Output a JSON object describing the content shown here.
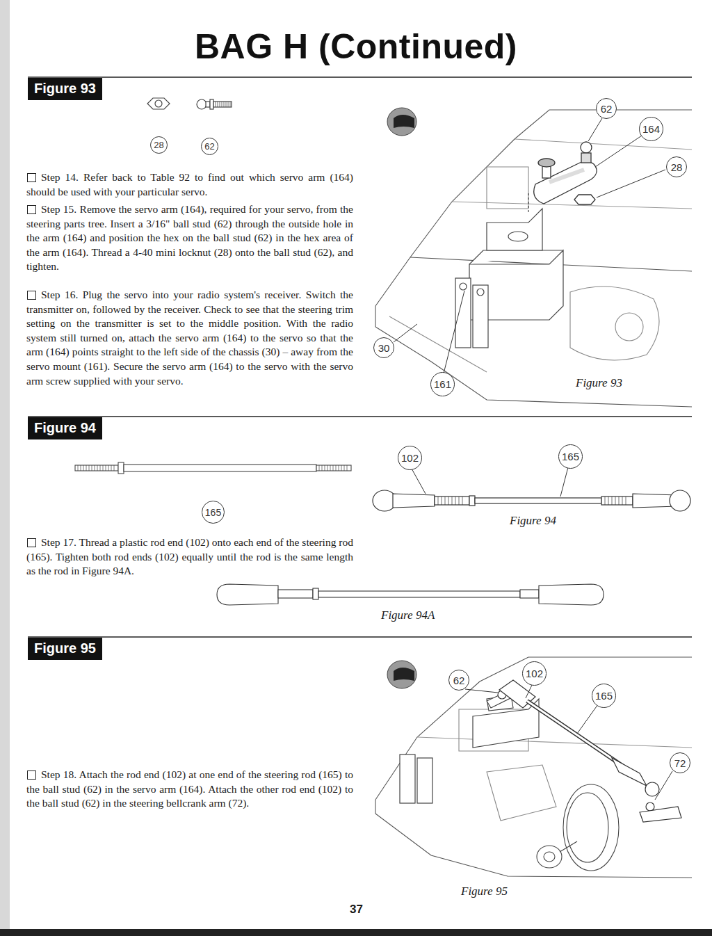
{
  "diagram": {
    "title": "BAG H (Continued)",
    "nodes": [
      {
        "text": [
          "Figure 93"
        ]
      },
      {
        "text": [
          "28"
        ]
      },
      {
        "text": [
          "62"
        ]
      },
      {
        "text": [
          "62"
        ]
      },
      {
        "text": [
          "164"
        ]
      },
      {
        "text": [
          "28"
        ]
      },
      {
        "text": [
          "30"
        ]
      },
      {
        "text": [
          "161"
        ]
      },
      {
        "text": [
          "Figure 94"
        ]
      },
      {
        "text": [
          "102"
        ]
      },
      {
        "text": [
          "165"
        ]
      },
      {
        "text": [
          "165"
        ]
      },
      {
        "text": [
          "Figure 95"
        ]
      },
      {
        "text": [
          "62"
        ]
      },
      {
        "text": [
          "102"
        ]
      },
      {
        "text": [
          "165"
        ]
      },
      {
        "text": [
          "72"
        ]
      }
    ],
    "labels": [
      "Step 14. Refer back to Table 92 to find out which servo arm (164) should be used with your particular servo.",
      "Step 15. Remove the servo arm (164), required for your servo, from the steering parts tree. Insert a 3/16\" ball stud (62) through the outside hole in the arm (164) and position the hex on the ball stud (62) in the hex area of the arm (164). Thread a 4-40 mini locknut (28) onto the ball stud (62), and tighten.",
      "Step 16. Plug the servo into your radio system's receiver. Switch the transmitter on, followed by the receiver. Check to see that the steering trim setting on the transmitter is set to the middle position. With the radio system still turned on, attach the servo arm (164) to the servo so that the arm (164) points straight to the left side of the chassis (30) – away from the servo mount (161). Secure the servo arm (164) to the servo with the servo arm screw supplied with your servo.",
      "Figure 93",
      "Figure 94",
      "Step 17. Thread a plastic rod end (102) onto each end of the steering rod (165). Tighten both rod ends (102) equally until the rod is the same length as the rod in Figure 94A.",
      "Figure 94A",
      "Step 18. Attach the rod end (102) at one end of the steering rod (165) to the ball stud (62) in the servo arm (164). Attach the other rod end (102) to the ball stud (62) in the steering bellcrank arm (72).",
      "Figure 95",
      "37"
    ]
  }
}
